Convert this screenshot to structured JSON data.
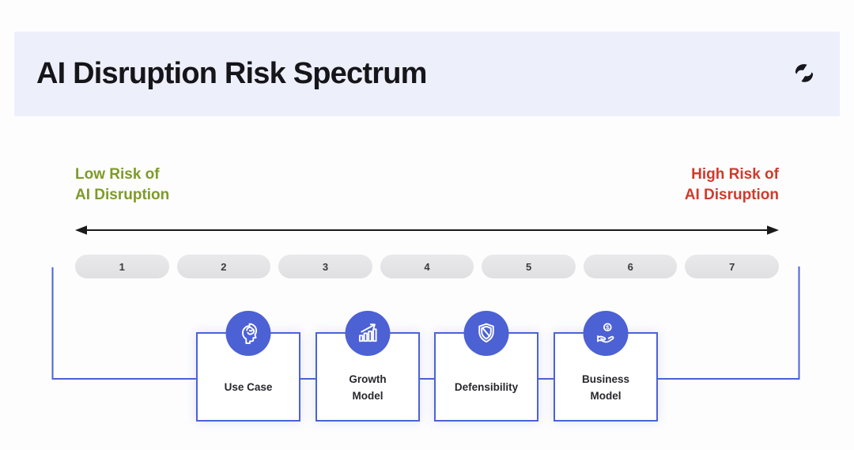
{
  "header": {
    "title": "AI Disruption Risk Spectrum",
    "logo_icon": "brand-mark-icon"
  },
  "spectrum": {
    "low_label_lines": [
      "Low Risk of",
      "AI Disruption"
    ],
    "high_label_lines": [
      "High Risk of",
      "AI Disruption"
    ],
    "arrow_icon": "double-headed-arrow-icon",
    "scale": [
      "1",
      "2",
      "3",
      "4",
      "5",
      "6",
      "7"
    ]
  },
  "factors": [
    {
      "label_lines": [
        "Use Case"
      ],
      "icon": "head-brain-icon"
    },
    {
      "label_lines": [
        "Growth",
        "Model"
      ],
      "icon": "growth-chart-icon"
    },
    {
      "label_lines": [
        "Defensibility"
      ],
      "icon": "shield-icon"
    },
    {
      "label_lines": [
        "Business",
        "Model"
      ],
      "icon": "hand-coin-icon"
    }
  ],
  "colors": {
    "page_bg": "#fdfdfe",
    "header_bg": "#edeffb",
    "title_black": "#15151a",
    "green": "#7d9b28",
    "red": "#d03a2b",
    "arrow_black": "#1a1a1a",
    "pill_bg": "#e0e0e2",
    "pill_text": "#3a3a3e",
    "line_blue": "#4b62d6",
    "accent_blue": "#4c61d4",
    "label_text": "#27272e",
    "icon_white": "#ffffff"
  }
}
